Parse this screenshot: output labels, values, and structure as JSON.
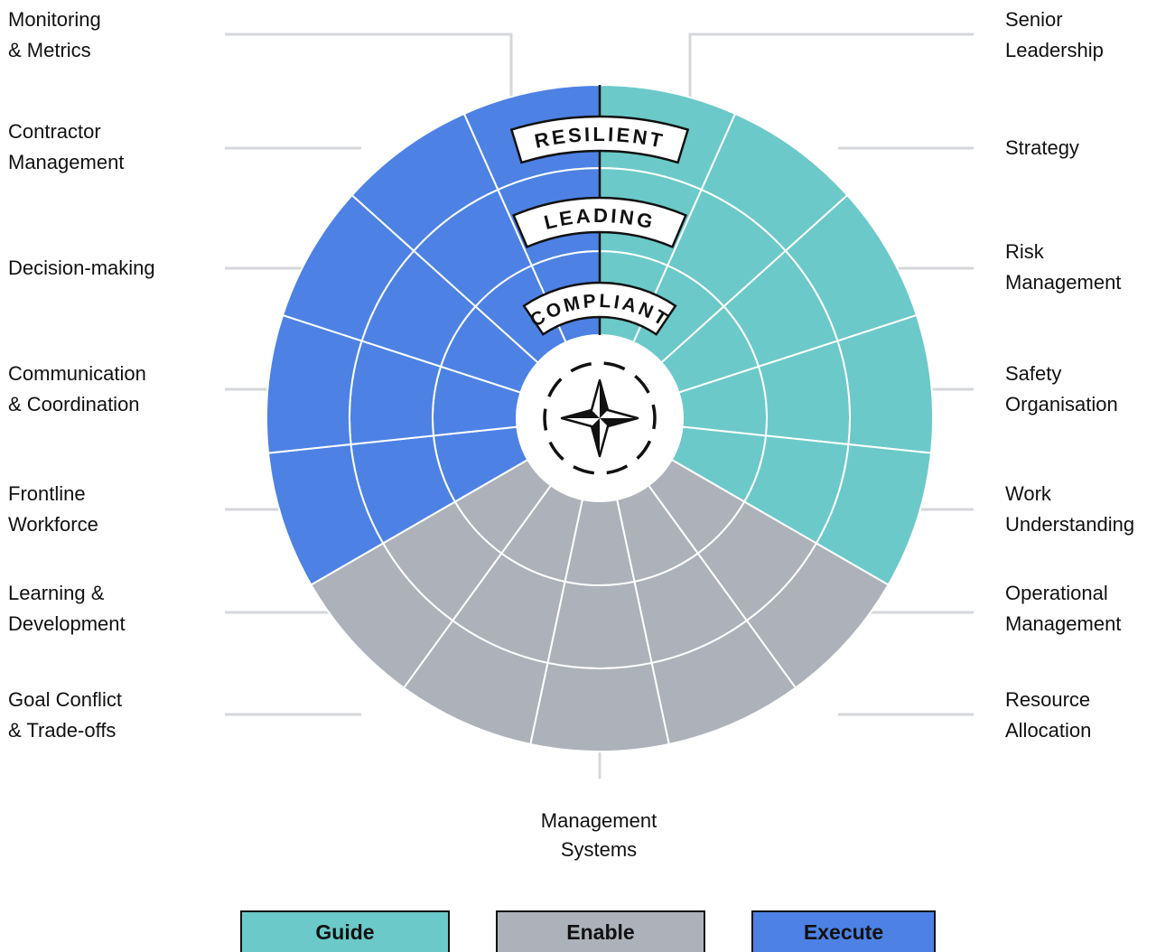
{
  "colors": {
    "guide": "#6cc9c9",
    "enable": "#adb1b9",
    "execute": "#4d82e4",
    "line": "#d5d7db"
  },
  "levels": [
    "RESILIENT",
    "LEADING",
    "COMPLIANT"
  ],
  "center_icon": "compass-star-icon",
  "labels_left": [
    {
      "l1": "Monitoring",
      "l2": "& Metrics"
    },
    {
      "l1": "Contractor",
      "l2": "Management"
    },
    {
      "l1": "Decision-making",
      "l2": ""
    },
    {
      "l1": "Communication",
      "l2": "& Coordination"
    },
    {
      "l1": "Frontline",
      "l2": "Workforce"
    },
    {
      "l1": "Learning &",
      "l2": "Development"
    },
    {
      "l1": "Goal Conflict",
      "l2": "& Trade-offs"
    }
  ],
  "labels_right": [
    {
      "l1": "Senior",
      "l2": "Leadership"
    },
    {
      "l1": "Strategy",
      "l2": ""
    },
    {
      "l1": "Risk",
      "l2": "Management"
    },
    {
      "l1": "Safety",
      "l2": "Organisation"
    },
    {
      "l1": "Work",
      "l2": "Understanding"
    },
    {
      "l1": "Operational",
      "l2": "Management"
    },
    {
      "l1": "Resource",
      "l2": "Allocation"
    }
  ],
  "label_bottom": {
    "l1": "Management",
    "l2": "Systems"
  },
  "legend": [
    {
      "label": "Guide",
      "color": "#6cc9c9"
    },
    {
      "label": "Enable",
      "color": "#adb1b9"
    },
    {
      "label": "Execute",
      "color": "#4d82e4"
    }
  ]
}
